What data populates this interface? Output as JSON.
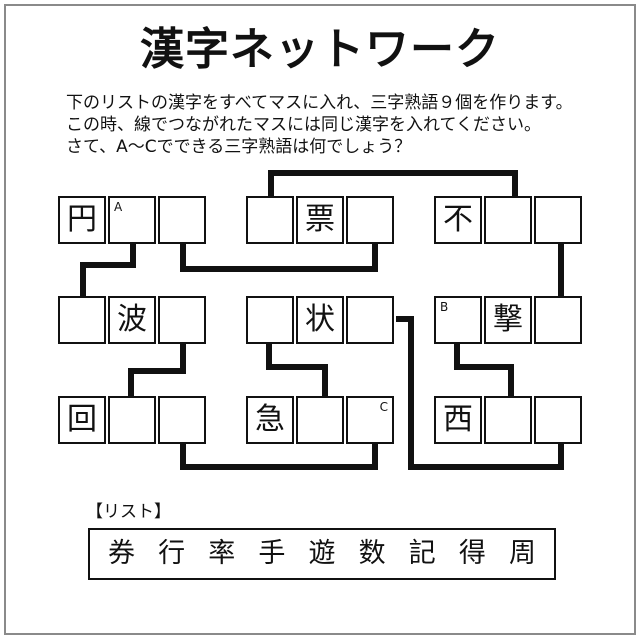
{
  "title": "漢字ネットワーク",
  "instructions": [
    "下のリストの漢字をすべてマスに入れ、三字熟語９個を作ります。",
    "この時、線でつながれたマスには同じ漢字を入れてください。",
    "さて、A〜Cでできる三字熟語は何でしょう？"
  ],
  "grid": {
    "rows": [
      [
        [
          "円",
          "",
          ""
        ],
        [
          "",
          "票",
          ""
        ],
        [
          "不",
          "",
          ""
        ]
      ],
      [
        [
          "",
          "波",
          ""
        ],
        [
          "",
          "状",
          ""
        ],
        [
          "",
          "撃",
          ""
        ]
      ],
      [
        [
          "回",
          "",
          ""
        ],
        [
          "急",
          "",
          ""
        ],
        [
          "西",
          "",
          ""
        ]
      ]
    ],
    "markers": {
      "a": "A",
      "b": "B",
      "c": "C"
    }
  },
  "list": {
    "label": "【リスト】",
    "items": [
      "券",
      "行",
      "率",
      "手",
      "遊",
      "数",
      "記",
      "得",
      "周"
    ]
  }
}
